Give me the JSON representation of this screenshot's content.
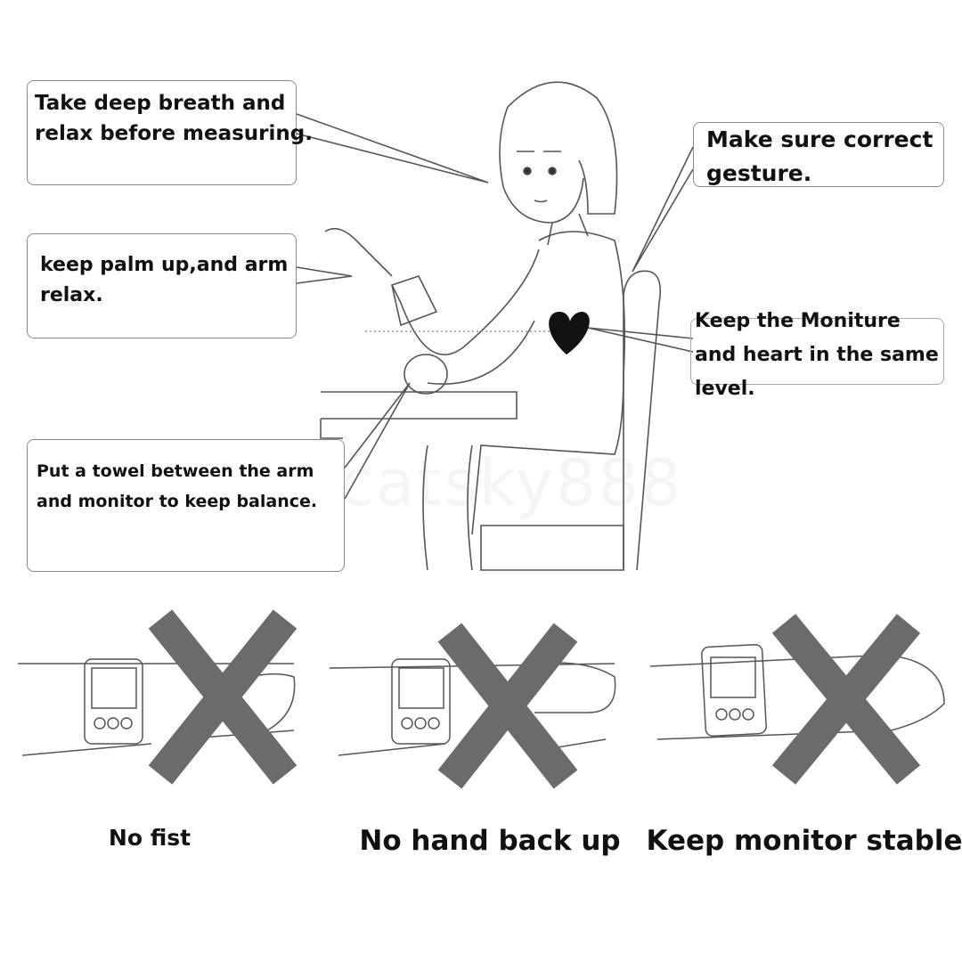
{
  "callouts": {
    "breath": [
      "Take deep breath and",
      "relax before measuring."
    ],
    "gesture": [
      "Make sure correct",
      "gesture."
    ],
    "palm": [
      "keep palm up,and arm",
      "relax."
    ],
    "level": [
      "Keep the Moniture",
      "and heart in the same",
      "level."
    ],
    "towel": [
      "Put a towel between the arm",
      "and monitor to keep balance."
    ]
  },
  "captions": [
    "No fist",
    "No hand back up",
    "Keep monitor stable"
  ],
  "watermark": "catsky888",
  "colors": {
    "cross": "#6b6b6b",
    "line": "#555555",
    "heart": "#111111"
  }
}
